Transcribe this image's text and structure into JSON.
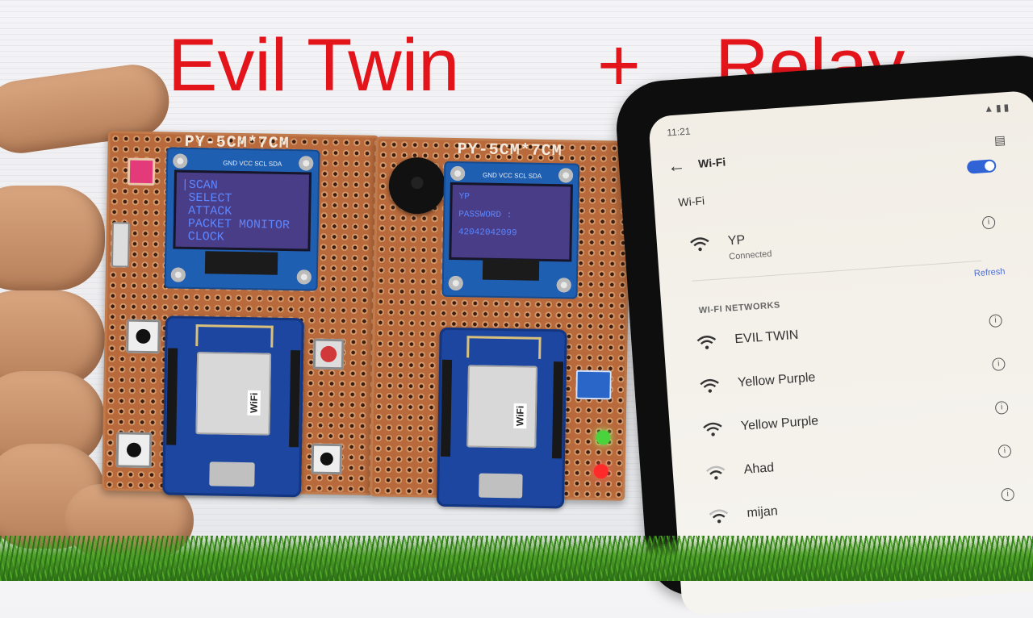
{
  "title": {
    "part1": "Evil Twin",
    "plus": "+",
    "part2": "Relay"
  },
  "boards": [
    {
      "label": "PY-5CM*7CM",
      "pins": "GND VCC SCL SDA",
      "oled_lines": [
        "|SCAN",
        " SELECT",
        " ATTACK",
        " PACKET MONITOR",
        " CLOCK"
      ],
      "module_text": "WiFi"
    },
    {
      "label": "PY-5CM*7CM",
      "pins": "GND VCC SCL SDA",
      "oled_lines": [
        "YP",
        "PASSWORD :",
        "",
        "42042042099"
      ],
      "module_text": "WiFi"
    }
  ],
  "phone": {
    "time": "11:21",
    "header_title": "Wi-Fi",
    "wifi_label": "Wi-Fi",
    "toggle_on": true,
    "connected": {
      "ssid": "YP",
      "status": "Connected"
    },
    "refresh_label": "Refresh",
    "section_label": "WI-FI NETWORKS",
    "networks": [
      {
        "ssid": "EVIL TWIN",
        "signal": "strong"
      },
      {
        "ssid": "Yellow Purple",
        "signal": "strong"
      },
      {
        "ssid": "Yellow Purple",
        "signal": "strong"
      },
      {
        "ssid": "Ahad",
        "signal": "weak"
      },
      {
        "ssid": "mijan",
        "signal": "weak"
      }
    ]
  },
  "colors": {
    "title": "#e3141a",
    "pcb": "#b86a3c",
    "oled_text": "#5b86ff",
    "esp_board": "#1c46a0",
    "toggle": "#2f63d6"
  }
}
